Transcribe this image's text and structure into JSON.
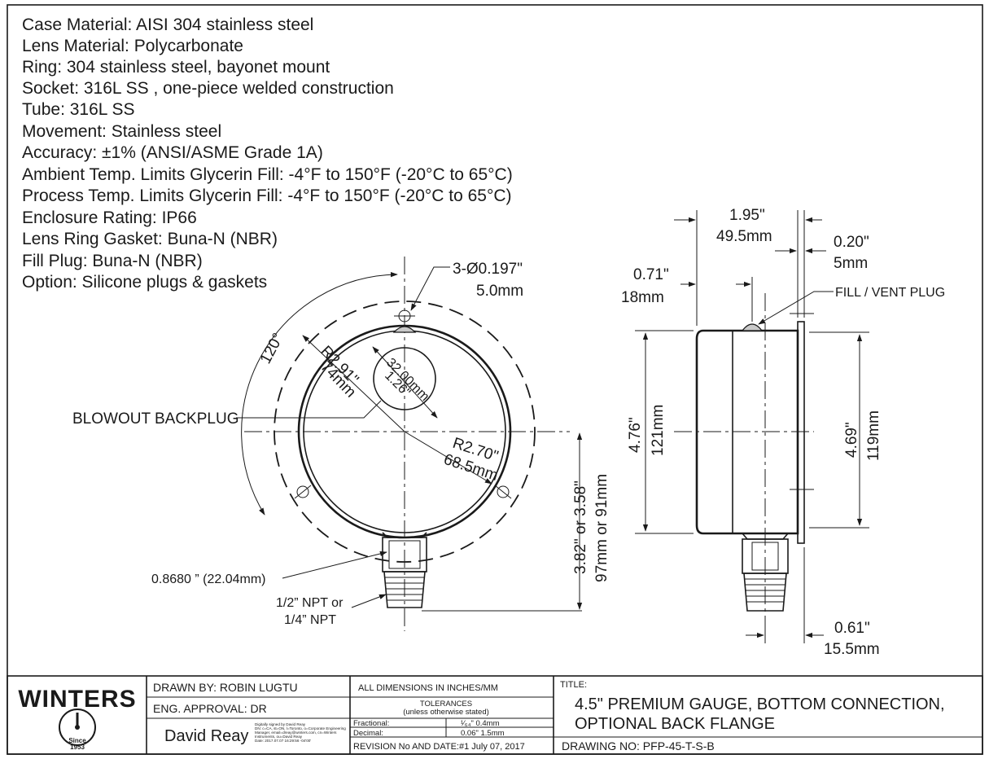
{
  "specs": [
    "Case Material: AISI 304 stainless steel",
    "Lens Material: Polycarbonate",
    "Ring: 304 stainless steel, bayonet mount",
    "Socket: 316L SS , one-piece welded construction",
    "Tube: 316L SS",
    "Movement: Stainless steel",
    "Accuracy: ±1% (ANSI/ASME Grade 1A)",
    "Ambient Temp. Limits Glycerin Fill: -4°F to 150°F (-20°C to 65°C)",
    "Process Temp. Limits Glycerin Fill: -4°F to 150°F (-20°C to 65°C)",
    "Enclosure Rating: IP66",
    "Lens Ring Gasket: Buna-N (NBR)",
    "Fill Plug: Buna-N (NBR)",
    "Option: Silicone plugs & gaskets"
  ],
  "front_view": {
    "holes_line1": "3-Ø0.197\"",
    "holes_line2": "5.0mm",
    "angle": "120°",
    "r_outer_line1": "R2.91\"",
    "r_outer_line2": "74mm",
    "backplug_line1": "32.00mm",
    "backplug_line2": "1.26\"",
    "backplug_label": "BLOWOUT BACKPLUG",
    "r_inner_line1": "R2.70\"",
    "r_inner_line2": "68.5mm",
    "height_line1": "3.82\" or 3.58\"",
    "height_line2": "97mm or 91mm",
    "hex_label": "0.8680 ” (22.04mm)",
    "npt_line1": "1/2” NPT or",
    "npt_line2": "1/4” NPT"
  },
  "side_view": {
    "depth_line1": "1.95\"",
    "depth_line2": "49.5mm",
    "flange_line1": "0.20\"",
    "flange_line2": "5mm",
    "offset_line1": "0.71\"",
    "offset_line2": "18mm",
    "fill_label": "FILL / VENT PLUG",
    "case_dia_line1": "4.76\"",
    "case_dia_line2": "121mm",
    "flange_dia_line1": "4.69\"",
    "flange_dia_line2": "119mm",
    "socket_line1": "0.61\"",
    "socket_line2": "15.5mm"
  },
  "title_block": {
    "logo_text": "WINTERS",
    "logo_since": "Since",
    "logo_year": "1953",
    "drawn_by": "DRAWN BY: ROBIN LUGTU",
    "eng_approval": "ENG. APPROVAL: DR",
    "signature": "David Reay",
    "signature_note_1": "Digitally signed by David Reay",
    "signature_note_2": "DN: c=CA, st=ON, l=Toronto, o=Corporate Engineering",
    "signature_note_3": "Manager, email=dreay@winters.com, cn=Winters",
    "signature_note_4": "Instruments, ou=David Reay",
    "signature_note_5": "Date: 2017.07.07 16:29:56 -04'00'",
    "units": "ALL DIMENSIONS IN INCHES/MM",
    "tolerances": "TOLERANCES",
    "tolerances_sub": "(unless otherwise stated)",
    "fractional_label": "Fractional:",
    "fractional_value": "¹⁄₆₄\" 0.4mm",
    "decimal_label": "Decimal:",
    "decimal_value": "0.06\" 1.5mm",
    "revision": "REVISION No AND DATE:#1  July  07, 2017",
    "title_label": "TITLE:",
    "title_line1": "4.5\" PREMIUM GAUGE, BOTTOM CONNECTION,",
    "title_line2": "OPTIONAL BACK FLANGE",
    "drawing_no": "DRAWING NO: PFP-45-T-S-B"
  }
}
